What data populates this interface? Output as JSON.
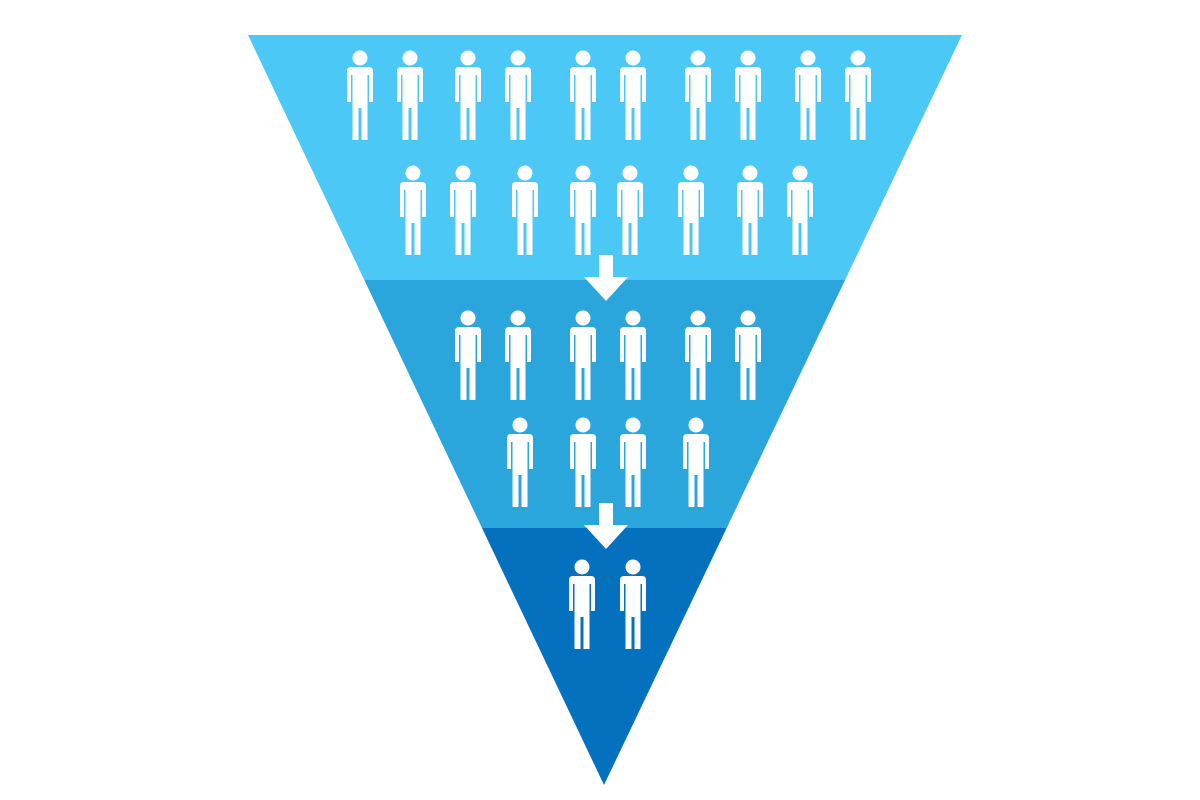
{
  "funnel": {
    "stages": [
      {
        "stage": "top",
        "people": 18,
        "color": "#4BC8F5",
        "icon": "person-icon"
      },
      {
        "stage": "middle",
        "people": 10,
        "color": "#2BA6DD",
        "icon": "person-icon"
      },
      {
        "stage": "bottom",
        "people": 2,
        "color": "#0371BD",
        "icon": "person-icon"
      }
    ],
    "connector_icon": "arrow-down-icon",
    "icon_color": "#FFFFFF",
    "background_color": "#FFFFFF"
  }
}
